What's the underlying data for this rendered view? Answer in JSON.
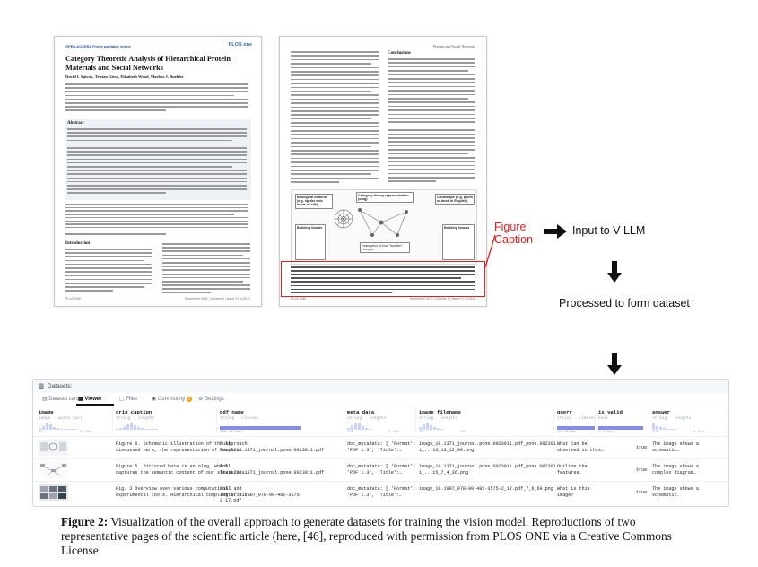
{
  "page1": {
    "journal": "OPEN ACCESS Freely available online",
    "badge": "PLOS one",
    "title": "Category Theoretic Analysis of Hierarchical Protein Materials and Social Networks",
    "authors": "David I. Spivak, Tristan Giesa, Elizabeth Wood, Markus J. Buehler",
    "abstract_heading": "Abstract",
    "intro_heading": "Introduction",
    "footer_left": "PLoS ONE",
    "footer_right": "September 2011 | Volume 6 | Issue 9 | e23911"
  },
  "page2": {
    "header_right": "Proteins and Social Networks",
    "conclusions_heading": "Conclusions",
    "figure": {
      "biological_material": "Biological material (e.g. spider web made of silk)",
      "category": "Category theory representation (olog)",
      "landscape": "Landscape (e.g. poem or book in English)",
      "building_blocks": "Building blocks",
      "function": "Description of how \"function\" emerges",
      "building_blocks2": "Building blocks"
    },
    "footer_left": "PLoS ONE",
    "footer_right": "September 2011 | Volume 6 | Issue 9 | e23911"
  },
  "annotations": {
    "figure_label_line1": "Figure",
    "figure_label_line2": "Caption",
    "input_label": "Input to V-LLM",
    "processed_label": "Processed to form dataset"
  },
  "viewer": {
    "title": "Datasets:",
    "tabs": [
      {
        "label": "Dataset card"
      },
      {
        "label": "Viewer"
      },
      {
        "label": "Files"
      },
      {
        "label": "Community",
        "badge": "2"
      },
      {
        "label": "Settings"
      }
    ],
    "columns": [
      {
        "name": "image",
        "type": "image · width (px)",
        "range": [
          "64",
          "4.73k"
        ]
      },
      {
        "name": "orig_caption",
        "type": "string · lengths",
        "range": [
          "",
          ""
        ]
      },
      {
        "name": "pdf_name",
        "type": "string · classes",
        "range": [
          "440 values",
          ""
        ]
      },
      {
        "name": "meta_data",
        "type": "string · lengths",
        "range": [
          "238",
          "2.19k"
        ]
      },
      {
        "name": "image_filename",
        "type": "string · lengths",
        "range": [
          "26",
          "203"
        ]
      },
      {
        "name": "query",
        "type": "string · classes",
        "range": [
          "15 values",
          ""
        ]
      },
      {
        "name": "is_valid",
        "type": "bool",
        "range": [
          "1 class",
          ""
        ]
      },
      {
        "name": "answer",
        "type": "string · lengths",
        "range": [
          "128",
          "3.51k"
        ]
      }
    ],
    "rows": [
      {
        "orig_caption": "Figure 6. Schematic illustration of the approach\ndiscussed here, the representation of complex…",
        "pdf_name": "Full\nTexts/10.1371_journal.pone.0023911.pdf",
        "meta_data": "doc_metadata: [ 'Format':\n'PDF 1.3', 'Title':…",
        "image_filename": "image_10.1371_journal.pone.0023911.pdf_pone.002391\n1_...16_13_12_98.png",
        "query": "What can be\nobserved in this…",
        "is_valid": "true",
        "answer": "The image shows a\nschematic…"
      },
      {
        "orig_caption": "Figure 5. Pictured here is an olog, which\ncaptures the semantic content of our situations…",
        "pdf_name": "Full\nTexts/10.1371_journal.pone.0023911.pdf",
        "meta_data": "doc_metadata: [ 'Format':\n'PDF 1.3', 'Title':…",
        "image_filename": "image_10.1371_journal.pone.0023911.pdf_pone.002391\n1_...15_7_4_36.png",
        "query": "Outline the\nfeatures.",
        "is_valid": "true",
        "answer": "The image shows a\ncomplex diagram…"
      },
      {
        "orig_caption": "Fig. 3 Overview over various computational and\nexperimental tools. Hierarchical coupling of dif…",
        "pdf_name": "Full\nTexts/10.1007_978-90-481-3575-\n2_17.pdf",
        "meta_data": "doc_metadata: [ 'Format':\n'PDF 1.3', 'Title':…",
        "image_filename": "image_10.1007_978-90-481-3575-2_17.pdf_7_6_69.png",
        "query": "What is this\nimage?",
        "is_valid": "true",
        "answer": "The image shows a\nschematic."
      }
    ]
  },
  "caption": {
    "label": "Figure 2:",
    "text": " Visualization of the overall approach to generate datasets for training the vision model. Reproductions of two representative pages of the scientific article (here, [46], reproduced with permission from PLOS ONE via a Creative Commons License."
  },
  "colors": {
    "highlight_red": "#e0211b",
    "accent_indigo": "#818cf8",
    "badge_orange": "#f59e0b"
  }
}
